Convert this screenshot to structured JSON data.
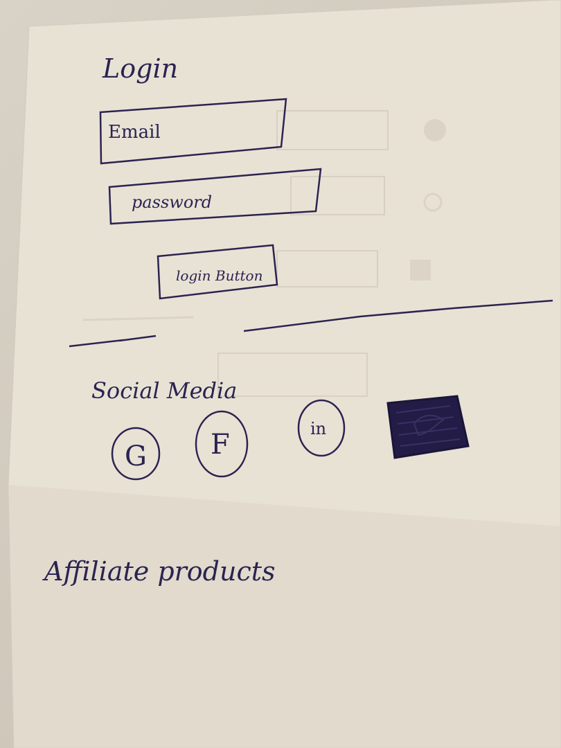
{
  "login": {
    "title": "Login",
    "email_label": "Email",
    "password_label": "password",
    "button_label": "login Button"
  },
  "social": {
    "heading": "Social Media",
    "google_letter": "G",
    "facebook_letter": "F",
    "linkedin_letters": "in",
    "twitter_icon": "twitter-bird-icon"
  },
  "affiliate": {
    "heading": "Affiliate products"
  },
  "colors": {
    "ink": "#2b2350",
    "paper": "#e9e3d6"
  }
}
